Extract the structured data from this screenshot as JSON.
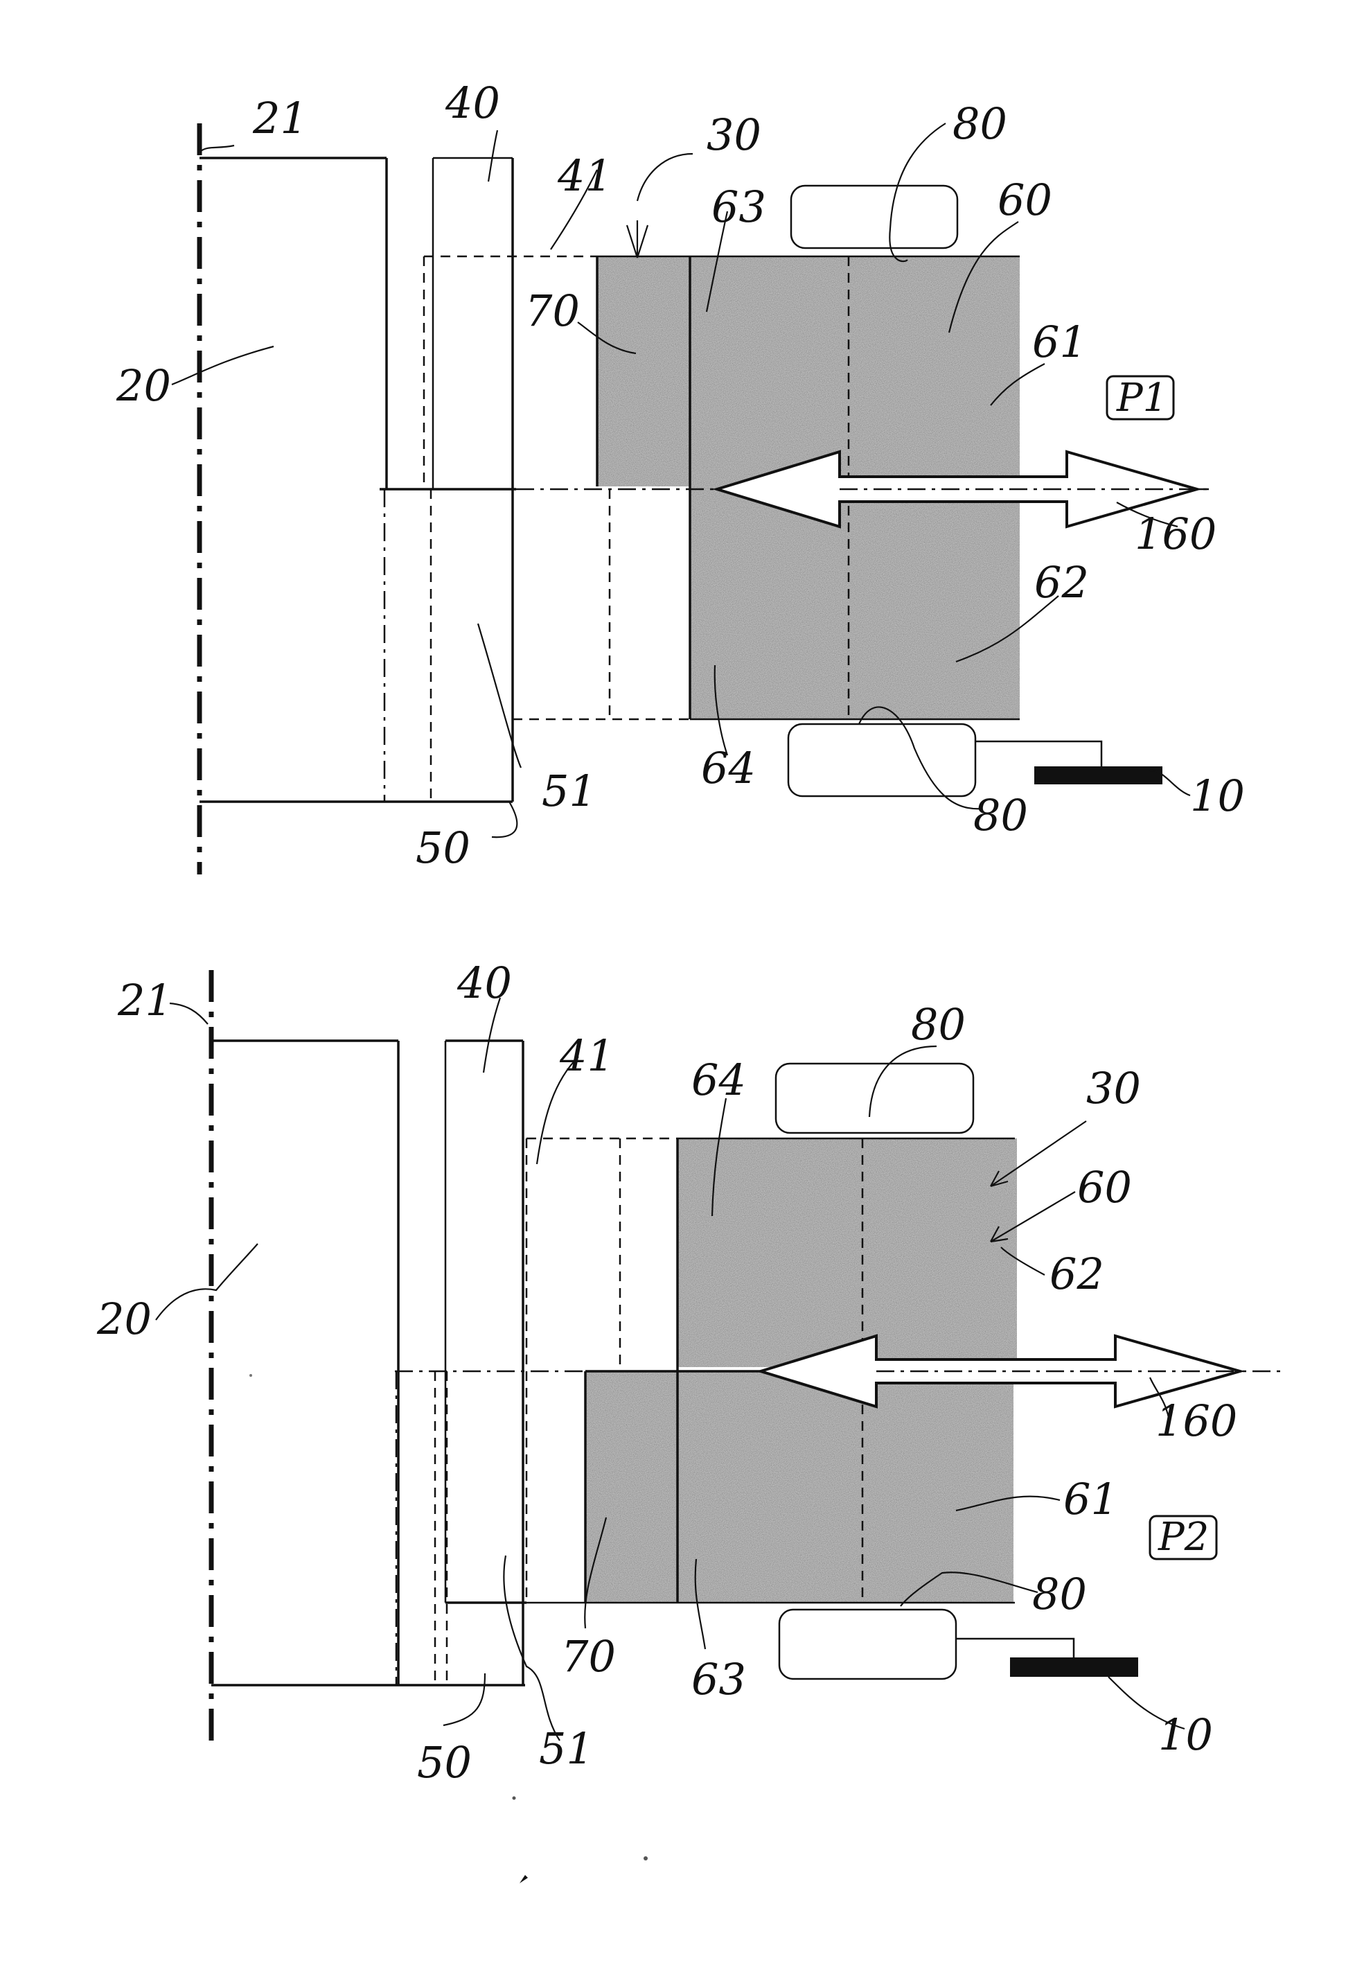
{
  "shading_color": "#b9b9b9",
  "figures": [
    {
      "position_tag": "P1",
      "labels": {
        "l21": "21",
        "l40": "40",
        "l30": "30",
        "l80a": "80",
        "l41": "41",
        "l63": "63",
        "l60": "60",
        "l70": "70",
        "l61": "61",
        "l20": "20",
        "l160": "160",
        "l62": "62",
        "l51": "51",
        "l64": "64",
        "l10": "10",
        "l80b": "80",
        "l50": "50"
      }
    },
    {
      "position_tag": "P2",
      "labels": {
        "l21": "21",
        "l40": "40",
        "l80a": "80",
        "l41": "41",
        "l64": "64",
        "l30": "30",
        "l60": "60",
        "l20": "20",
        "l62": "62",
        "l160": "160",
        "l61": "61",
        "l80b": "80",
        "l70": "70",
        "l63": "63",
        "l50": "50",
        "l51": "51",
        "l10": "10"
      }
    }
  ]
}
